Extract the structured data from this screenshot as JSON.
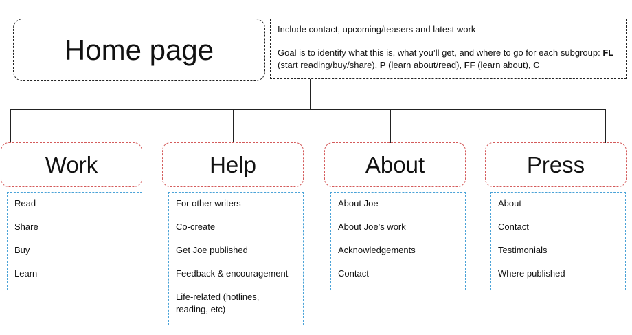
{
  "home": {
    "title": "Home page"
  },
  "note": {
    "line1": "Include contact, upcoming/teasers and latest work",
    "goal_prefix": "Goal is to identify what this is, what you’ll get, and where to go for each subgroup: ",
    "fl_code": "FL",
    "fl_desc": " (start reading/buy/share), ",
    "p_code": "P",
    "p_desc": " (learn about/read), ",
    "ff_code": "FF",
    "ff_desc": " (learn about), ",
    "c_code": "C"
  },
  "sections": [
    {
      "title": "Work",
      "items": [
        "Read",
        "Share",
        "Buy",
        "Learn"
      ]
    },
    {
      "title": "Help",
      "items": [
        "For other writers",
        "Co-create",
        "Get Joe published",
        "Feedback & encouragement",
        "Life-related (hotlines, reading, etc)"
      ]
    },
    {
      "title": "About",
      "items": [
        "About Joe",
        "About Joe’s work",
        "Acknowledgements",
        "Contact"
      ]
    },
    {
      "title": "Press",
      "items": [
        "About",
        "Contact",
        "Testimonials",
        "Where published"
      ]
    }
  ]
}
